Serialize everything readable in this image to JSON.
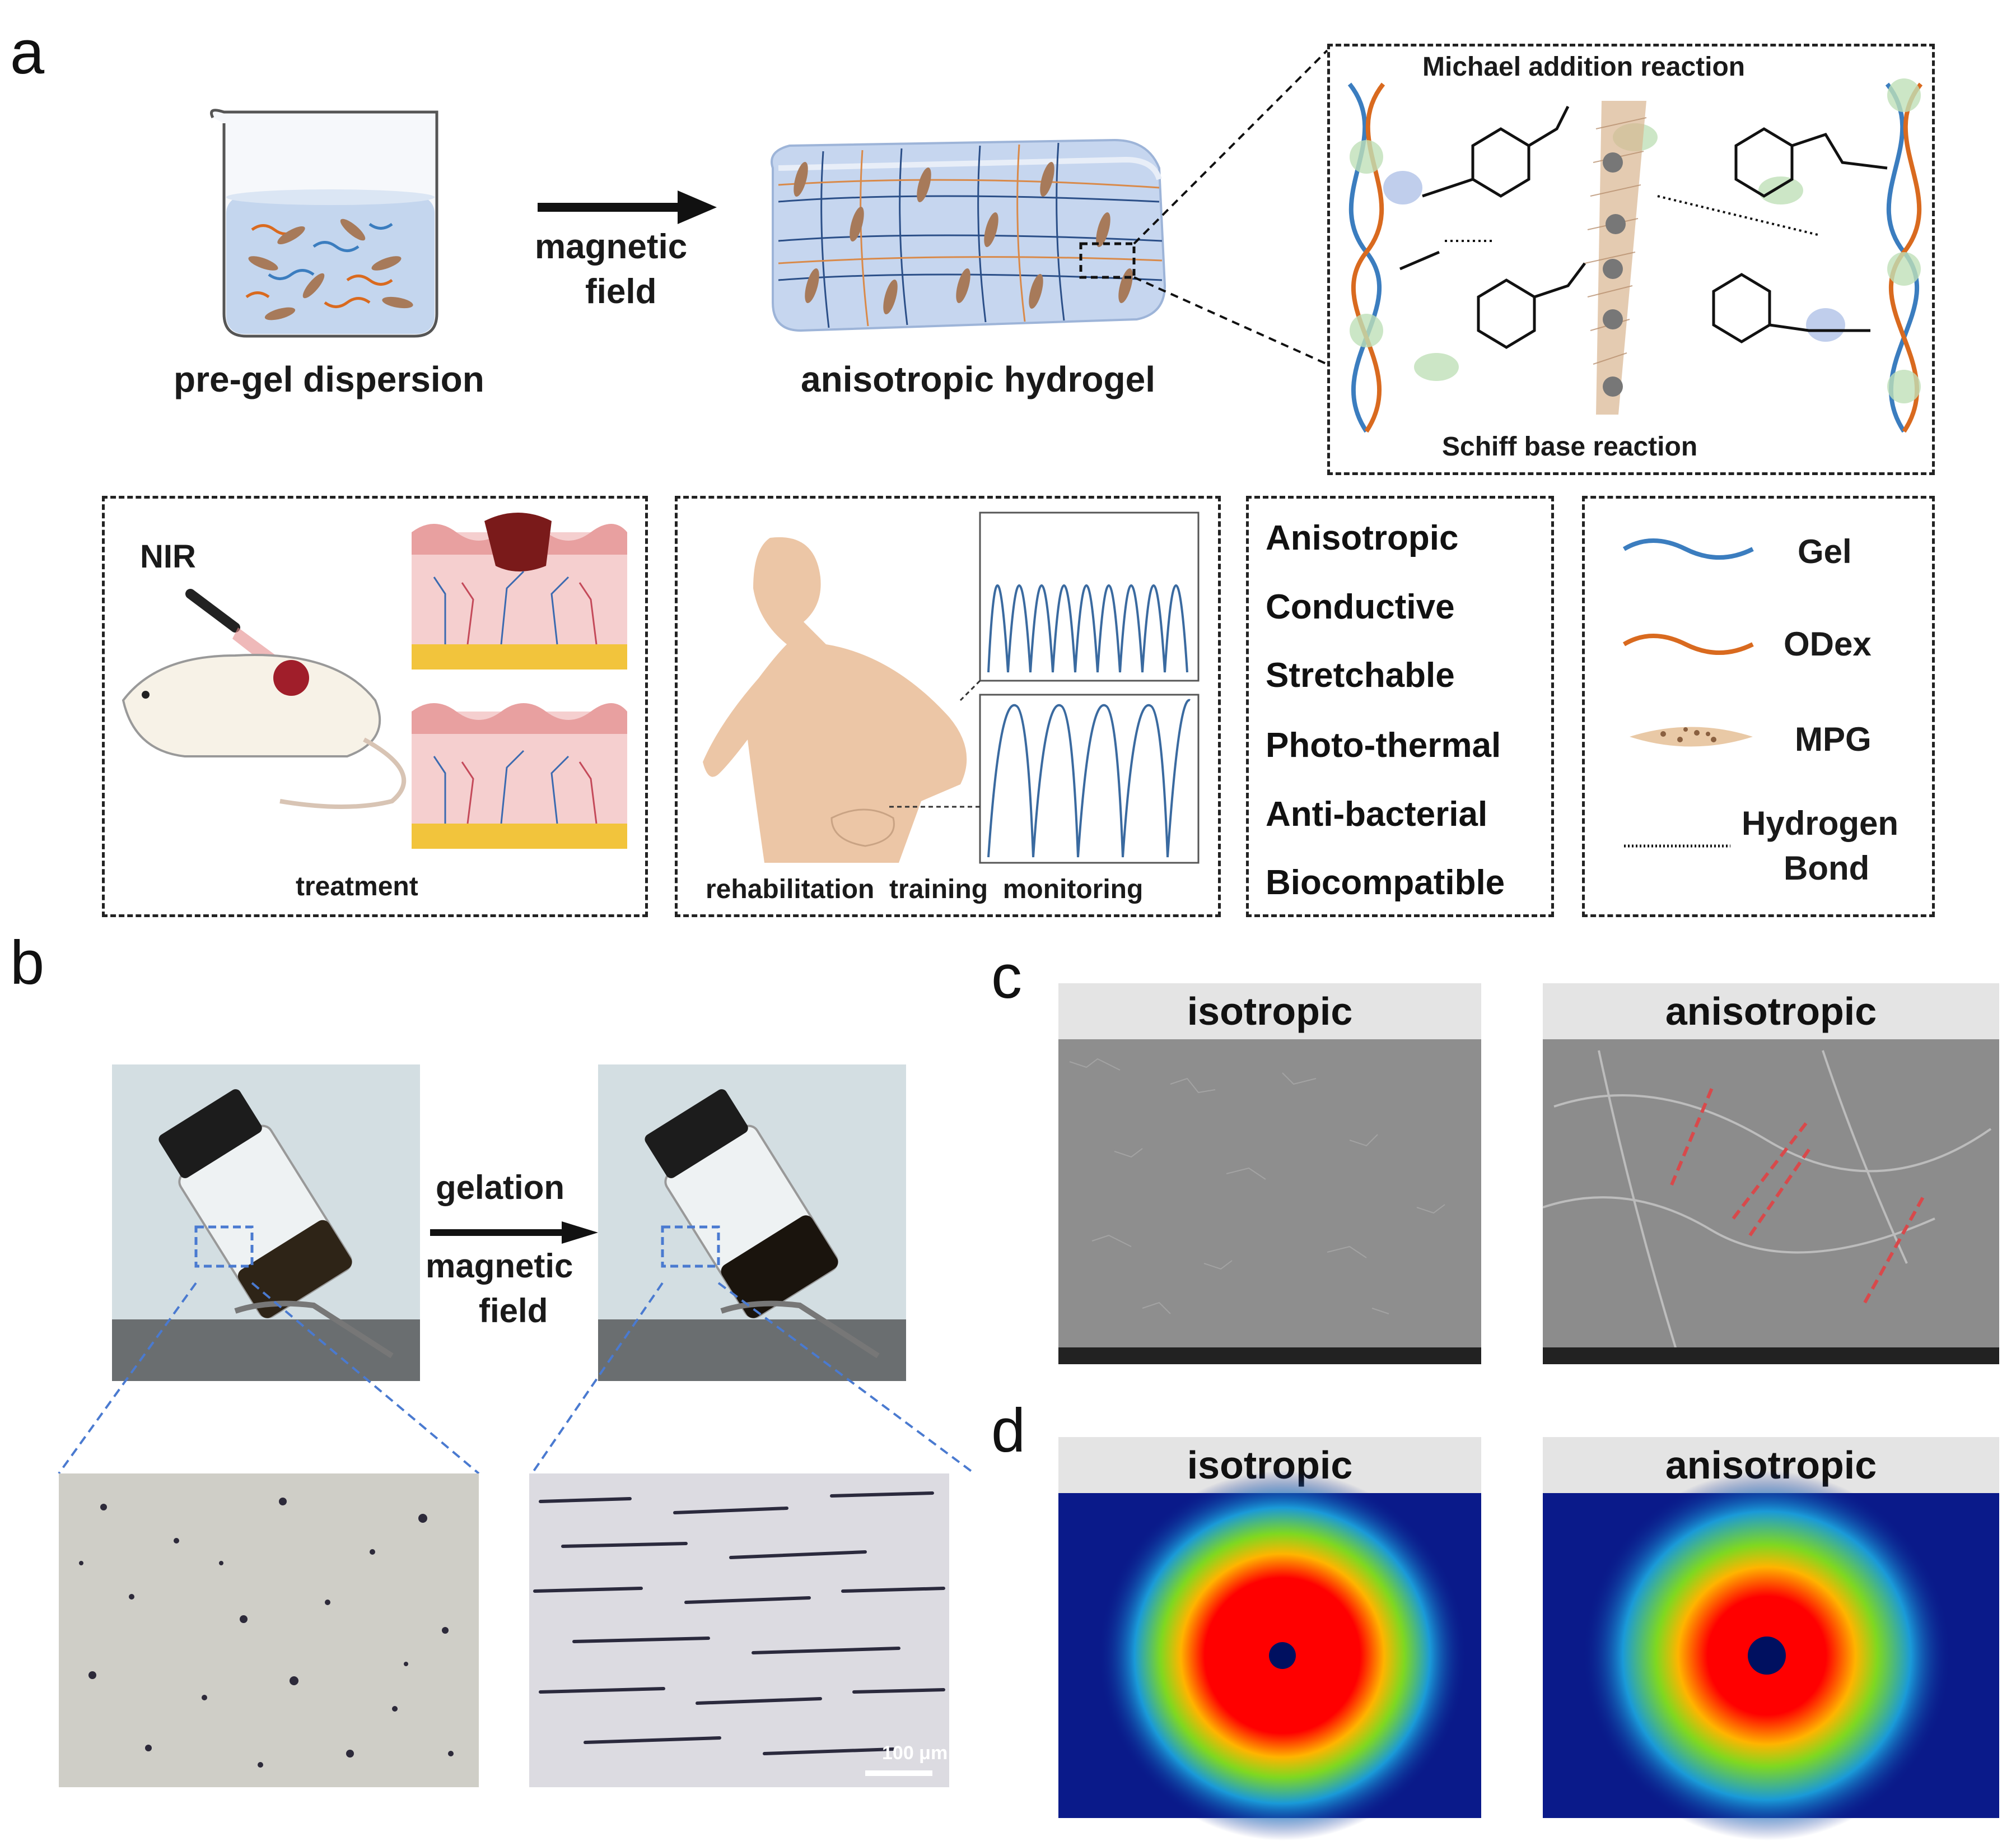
{
  "panels": {
    "a": "a",
    "b": "b",
    "c": "c",
    "d": "d"
  },
  "panel_a": {
    "pregel_label": "pre-gel dispersion",
    "arrow_label_line1": "magnetic",
    "arrow_label_line2": "field",
    "hydrogel_label": "anisotropic hydrogel",
    "chem": {
      "top_reaction": "Michael addition reaction",
      "bottom_reaction": "Schiff base reaction"
    },
    "treatment_box": {
      "nir_label": "NIR",
      "caption": "treatment"
    },
    "monitoring_box": {
      "caption": "rehabilitation  training  monitoring"
    },
    "properties": [
      "Anisotropic",
      "Conductive",
      "Stretchable",
      "Photo-thermal",
      "Anti-bacterial",
      "Biocompatible"
    ],
    "legend": {
      "gel": "Gel",
      "odex": "ODex",
      "mpg": "MPG",
      "hbond_line1": "Hydrogen",
      "hbond_line2": "Bond",
      "gel_color": "#3b7dbf",
      "odex_color": "#d96a1f"
    }
  },
  "panel_b": {
    "arrow_top": "gelation",
    "arrow_bottom_line1": "magnetic",
    "arrow_bottom_line2": "field",
    "scale_bar": "100 μm"
  },
  "panel_c": {
    "left_title": "isotropic",
    "right_title": "anisotropic"
  },
  "panel_d": {
    "left_title": "isotropic",
    "right_title": "anisotropic"
  }
}
